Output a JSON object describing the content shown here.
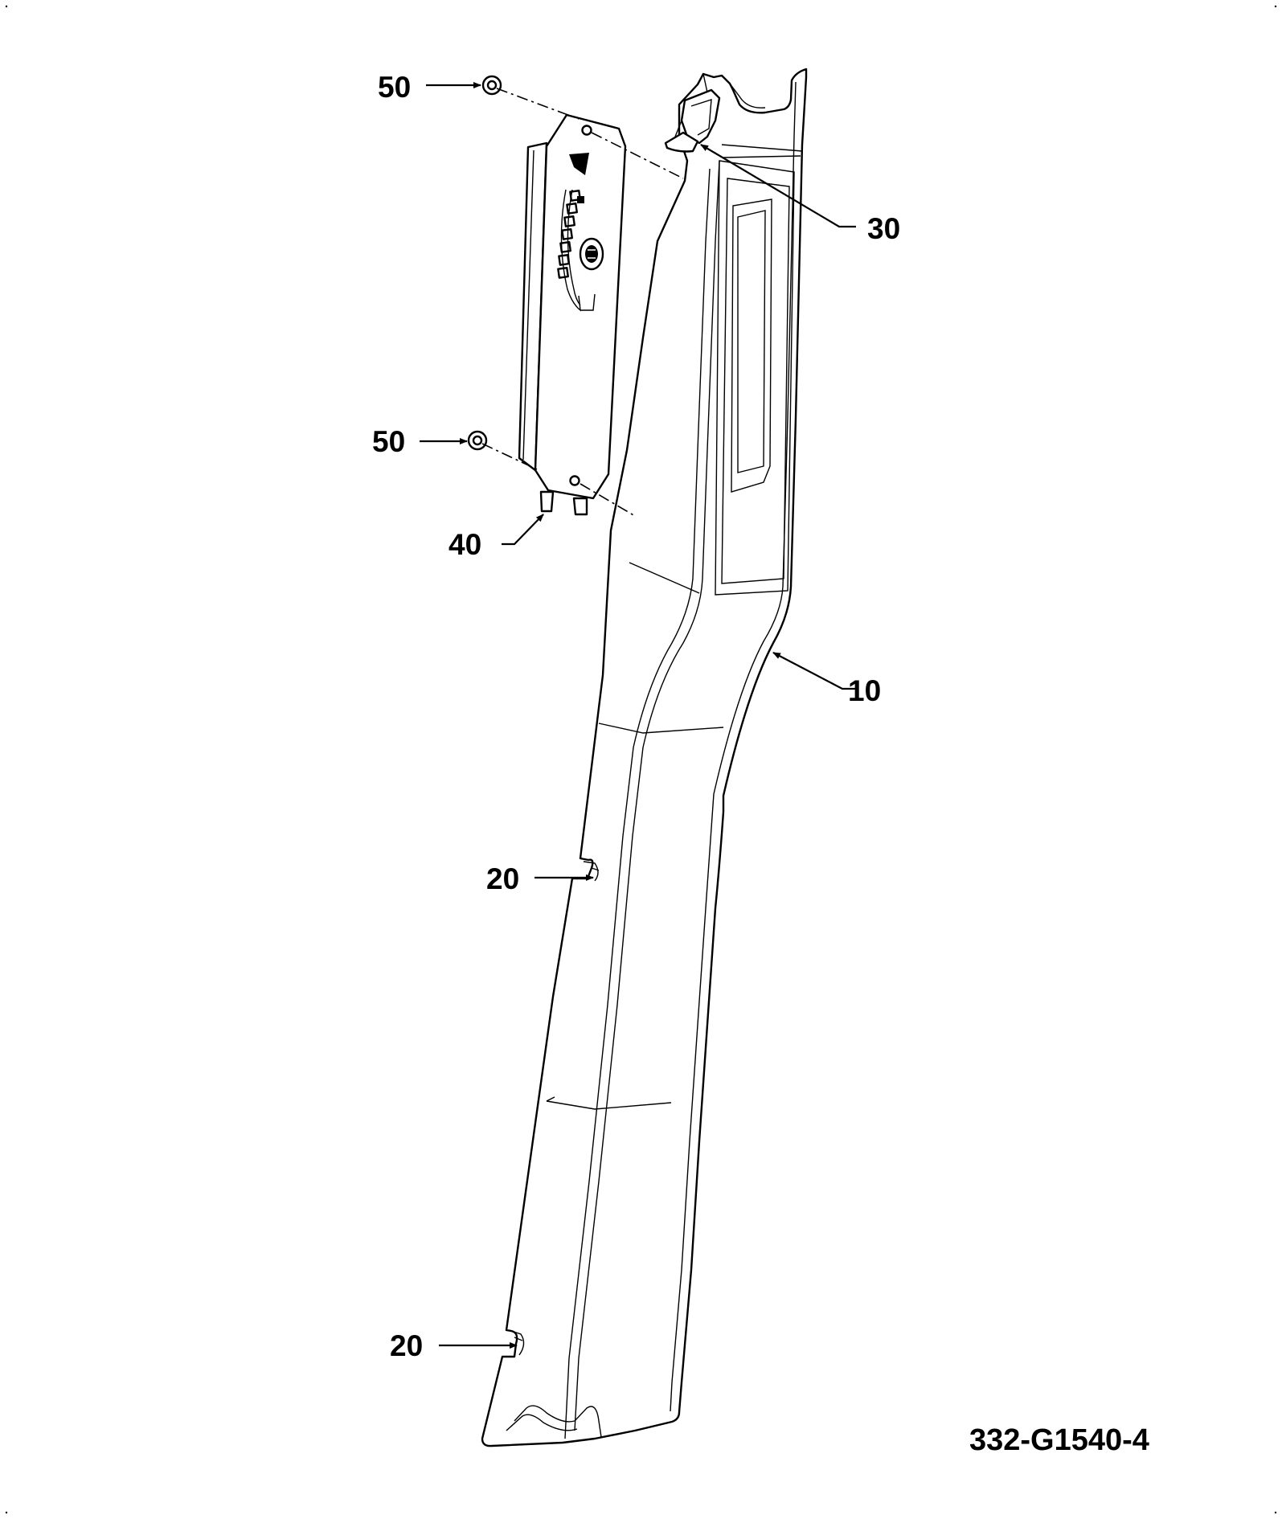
{
  "callouts": {
    "c50_top": "50",
    "c50_mid": "50",
    "c30": "30",
    "c40": "40",
    "c10": "10",
    "c20_upper": "20",
    "c20_lower": "20"
  },
  "drawing_number": "332-G1540-4"
}
